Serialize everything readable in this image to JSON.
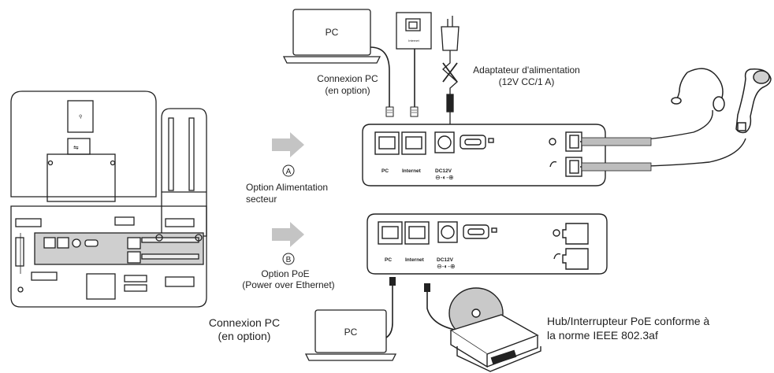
{
  "pc_label": "PC",
  "internet_label": "Internet",
  "port_pc": "PC",
  "port_internet": "Internet",
  "port_dc": "DC12V",
  "top_pc_connection": {
    "line1": "Connexion PC",
    "line2": "(en option)"
  },
  "power_adapter": {
    "line1": "Adaptateur d'alimentation",
    "line2": "(12V CC/1 A)"
  },
  "option_a": {
    "marker": "A",
    "line1": "Option Alimentation",
    "line2": "secteur"
  },
  "option_b": {
    "marker": "B",
    "line1": "Option PoE",
    "line2": "(Power over Ethernet)"
  },
  "bottom_pc_connection": {
    "line1": "Connexion PC",
    "line2": "(en option)"
  },
  "poe_hub": {
    "line1": "Hub/Interrupteur PoE conforme à",
    "line2": "la norme IEEE 802.3af"
  }
}
